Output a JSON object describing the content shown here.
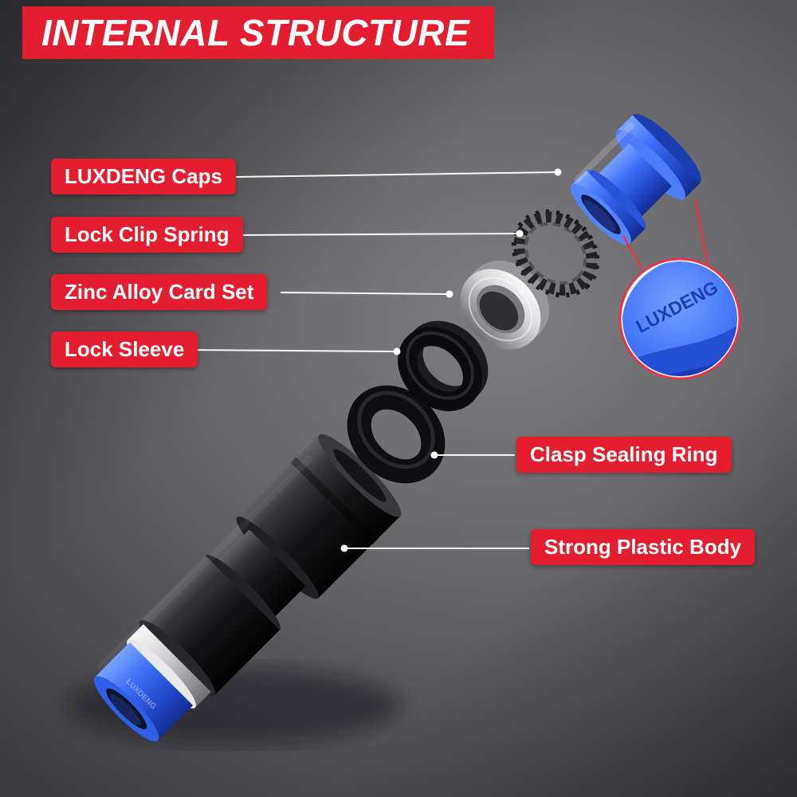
{
  "title": "INTERNAL STRUCTURE",
  "callouts": {
    "caps": {
      "label": "LUXDENG Caps"
    },
    "spring": {
      "label": "Lock Clip Spring"
    },
    "card_set": {
      "label": "Zinc Alloy Card Set"
    },
    "sleeve": {
      "label": "Lock Sleeve"
    },
    "sealing_ring": {
      "label": "Clasp Sealing Ring"
    },
    "body": {
      "label": "Strong Plastic Body"
    }
  },
  "inset": {
    "brand": "LUXDENG"
  },
  "colors": {
    "accent_red": "#e41e2e",
    "brand_blue": "#2e6cf5",
    "leader_white": "#ffffff",
    "background_gray": "#57575b",
    "part_black": "#121214",
    "part_silver": "#c9c9cc"
  },
  "parts": [
    "luxdeng-cap",
    "lock-clip-spring",
    "zinc-alloy-card-set",
    "lock-sleeve",
    "clasp-sealing-ring",
    "strong-plastic-body"
  ]
}
